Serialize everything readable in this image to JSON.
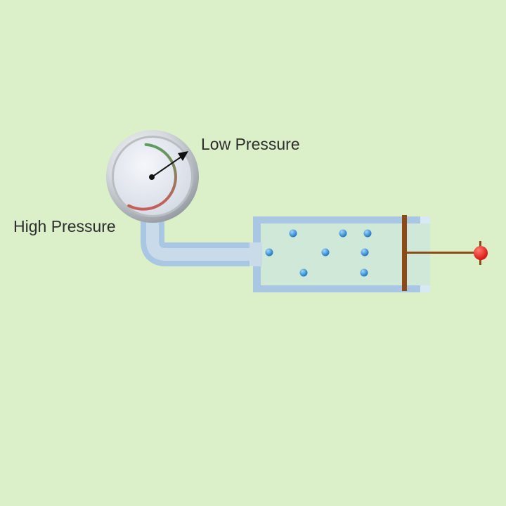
{
  "gauge": {
    "low_label": "Low Pressure",
    "high_label": "High Pressure",
    "needle_icon": "gauge-needle-icon"
  },
  "apparatus": {
    "particle_count": 8,
    "colors": {
      "background": "#dbefc8",
      "tube": "#a9c6e2",
      "gas": "#cfe8d7",
      "particle": "#2f8fd4",
      "plunger": "#8b4a17",
      "handle": "#e8231f",
      "gauge_low_arc": "#5c9e5e",
      "gauge_high_arc": "#c85c5c"
    }
  }
}
